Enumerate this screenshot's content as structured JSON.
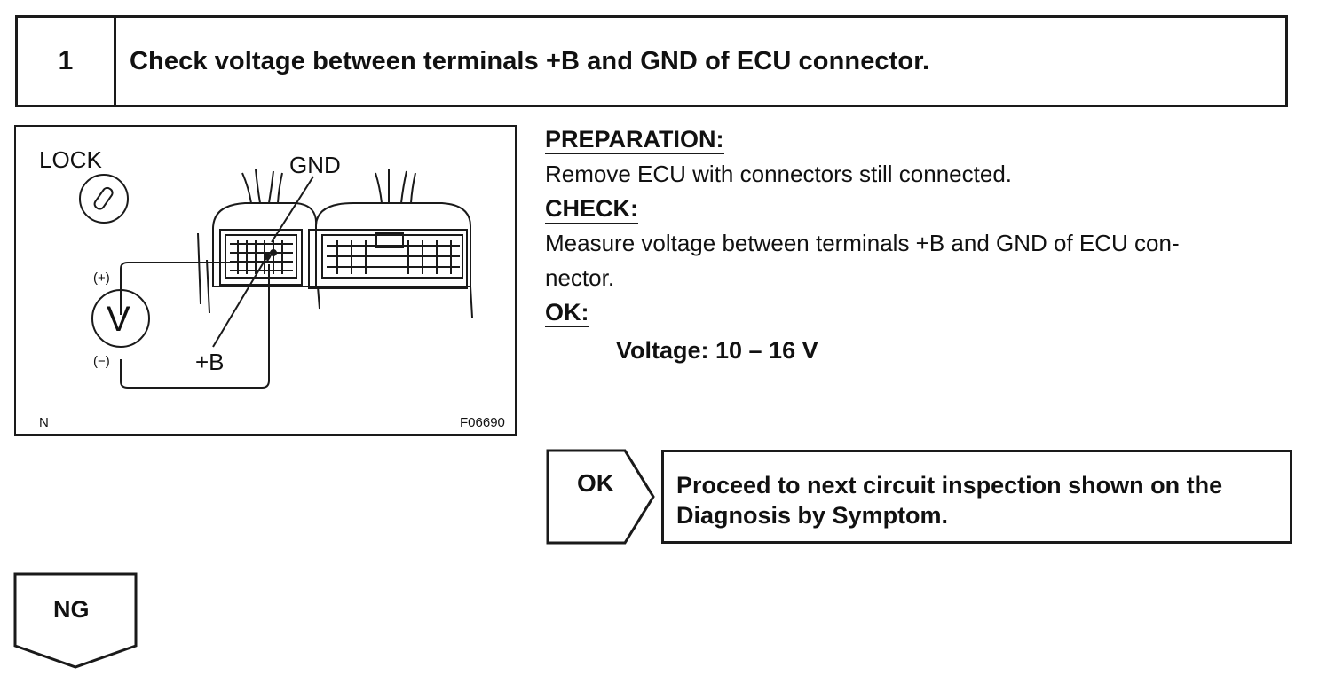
{
  "step": {
    "number": "1",
    "title": "Check voltage between terminals +B and GND of ECU connector."
  },
  "figure": {
    "lock_label": "LOCK",
    "gnd_label": "GND",
    "plus_b_label": "+B",
    "voltmeter_label": "V",
    "positive_label": "(+)",
    "negative_label": "(−)",
    "corner_label": "N",
    "figure_code": "F06690"
  },
  "preparation": {
    "heading": "PREPARATION:",
    "text": "Remove ECU with connectors still connected."
  },
  "check": {
    "heading": "CHECK:",
    "text_line1": "Measure voltage between terminals +B and GND of ECU con-",
    "text_line2": "nector."
  },
  "ok_spec": {
    "heading": "OK:",
    "value": "Voltage: 10 – 16 V"
  },
  "ok_result": {
    "label": "OK",
    "line1": "Proceed to next circuit inspection shown on the",
    "line2": "Diagnosis by Symptom."
  },
  "ng_result": {
    "label": "NG"
  }
}
